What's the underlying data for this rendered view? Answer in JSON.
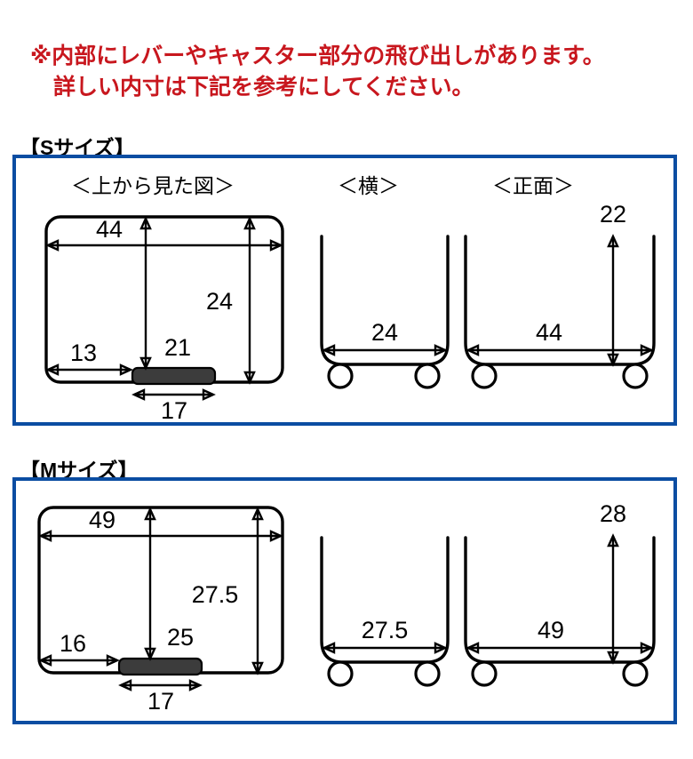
{
  "notice": {
    "line1": "※内部にレバーやキャスター部分の飛び出しがあります。",
    "line2": "詳しい内寸は下記を参考にしてください。",
    "color": "#c8171e"
  },
  "panel_border_color": "#0b4da2",
  "lever_bar_color": "#3c3c3c",
  "view_labels": {
    "top": "＜上から見た図＞",
    "side": "＜横＞",
    "front": "＜正面＞"
  },
  "sections": [
    {
      "title": "【Sサイズ】",
      "top_view": {
        "width": "44",
        "depth": "24",
        "lever_depth_clearance": "21",
        "left_clearance": "13",
        "lever_width": "17"
      },
      "side_view": {
        "width": "24"
      },
      "front_view": {
        "width": "44",
        "height": "22"
      }
    },
    {
      "title": "【Mサイズ】",
      "top_view": {
        "width": "49",
        "depth": "27.5",
        "lever_depth_clearance": "25",
        "left_clearance": "16",
        "lever_width": "17"
      },
      "side_view": {
        "width": "27.5"
      },
      "front_view": {
        "width": "49",
        "height": "28"
      }
    }
  ]
}
